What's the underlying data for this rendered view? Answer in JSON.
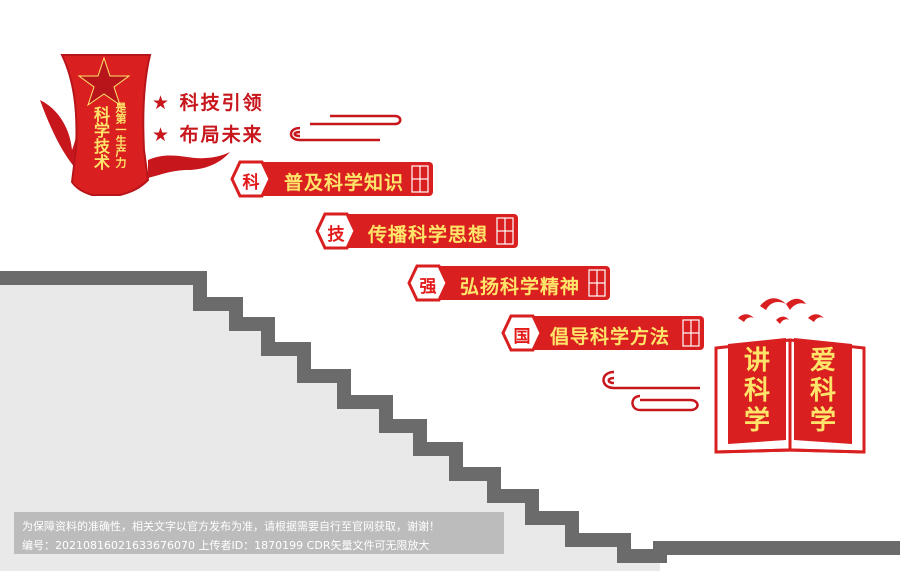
{
  "colors": {
    "red": "#d91f1f",
    "dark_red": "#b8151b",
    "gold": "#ffe46a",
    "stair_gray": "#6b6b6b",
    "wall_gray": "#e9e9e9"
  },
  "emblem": {
    "icon": "star-icon",
    "big_text": "科学技术",
    "small_text": "是第一生产力"
  },
  "slogans": [
    {
      "star": "★",
      "text": "科技引领"
    },
    {
      "star": "★",
      "text": "布局未来"
    }
  ],
  "banners": [
    {
      "tag": "科",
      "text": "普及科学知识"
    },
    {
      "tag": "技",
      "text": "传播科学思想"
    },
    {
      "tag": "强",
      "text": "弘扬科学精神"
    },
    {
      "tag": "国",
      "text": "倡导科学方法"
    }
  ],
  "book": {
    "left_text": "讲科学",
    "right_text": "爱科学"
  },
  "notice": {
    "line1": "为保障资料的准确性，相关文字以官方发布为准，请根据需要自行至官网获取，谢谢！",
    "line2": "编号：20210816021633676070 上传者ID：1870199 CDR矢量文件可无限放大"
  }
}
